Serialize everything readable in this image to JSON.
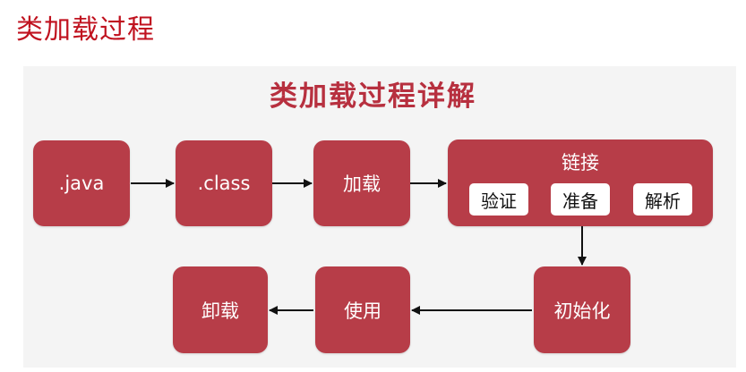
{
  "slide_title": "类加载过程",
  "diagram_title": "类加载过程详解",
  "nodes": {
    "java": ".java",
    "class": ".class",
    "load": "加载",
    "linking": {
      "label": "链接",
      "steps": [
        "验证",
        "准备",
        "解析"
      ]
    },
    "init": "初始化",
    "use": "使用",
    "unload": "卸载"
  },
  "colors": {
    "title_red": "#c0121f",
    "box_fill": "#b73d48",
    "diagram_title": "#b7303f"
  }
}
